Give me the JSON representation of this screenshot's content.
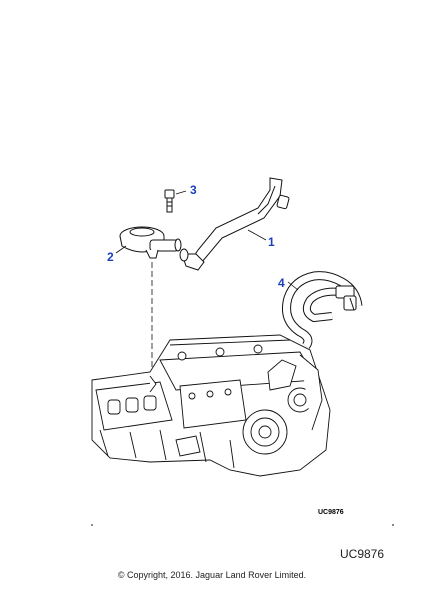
{
  "diagram": {
    "callouts": [
      {
        "id": "1",
        "label": "1"
      },
      {
        "id": "2",
        "label": "2"
      },
      {
        "id": "3",
        "label": "3"
      },
      {
        "id": "4",
        "label": "4"
      }
    ],
    "small_ref": "UC9876",
    "large_ref": "UC9876",
    "copyright": "© Copyright, 2016. Jaguar Land Rover Limited.",
    "colors": {
      "callout": "#1a3fbf",
      "line": "#111111",
      "background": "#ffffff"
    }
  }
}
